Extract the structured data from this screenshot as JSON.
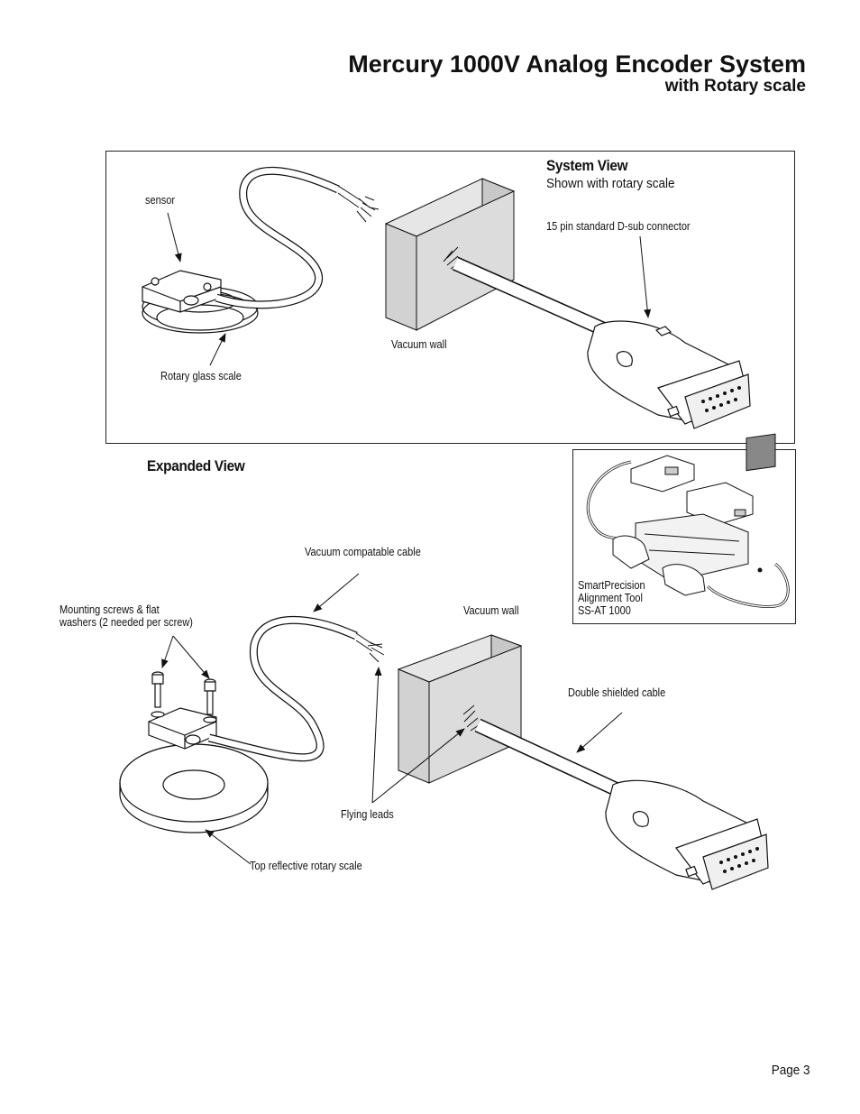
{
  "header": {
    "title": "Mercury 1000V Analog Encoder System",
    "subtitle": "with Rotary scale"
  },
  "system_view": {
    "heading": "System View",
    "subheading": "Shown with rotary scale",
    "labels": {
      "sensor": "sensor",
      "connector": "15 pin standard D-sub connector",
      "vacuum_wall": "Vacuum wall",
      "rotary_glass_scale": "Rotary glass scale"
    }
  },
  "expanded_view": {
    "heading": "Expanded View",
    "labels": {
      "vacuum_cable": "Vacuum compatable cable",
      "mounting_screws_line1": "Mounting screws & flat",
      "mounting_screws_line2": "washers (2 needed per screw)",
      "vacuum_wall": "Vacuum wall",
      "double_shielded_cable": "Double shielded cable",
      "flying_leads": "Flying leads",
      "top_reflective_scale": "Top reflective rotary scale"
    }
  },
  "inset": {
    "line1": "SmartPrecision",
    "line2": "Alignment Tool",
    "line3": "SS-AT 1000"
  },
  "footer": {
    "page": "Page 3"
  }
}
